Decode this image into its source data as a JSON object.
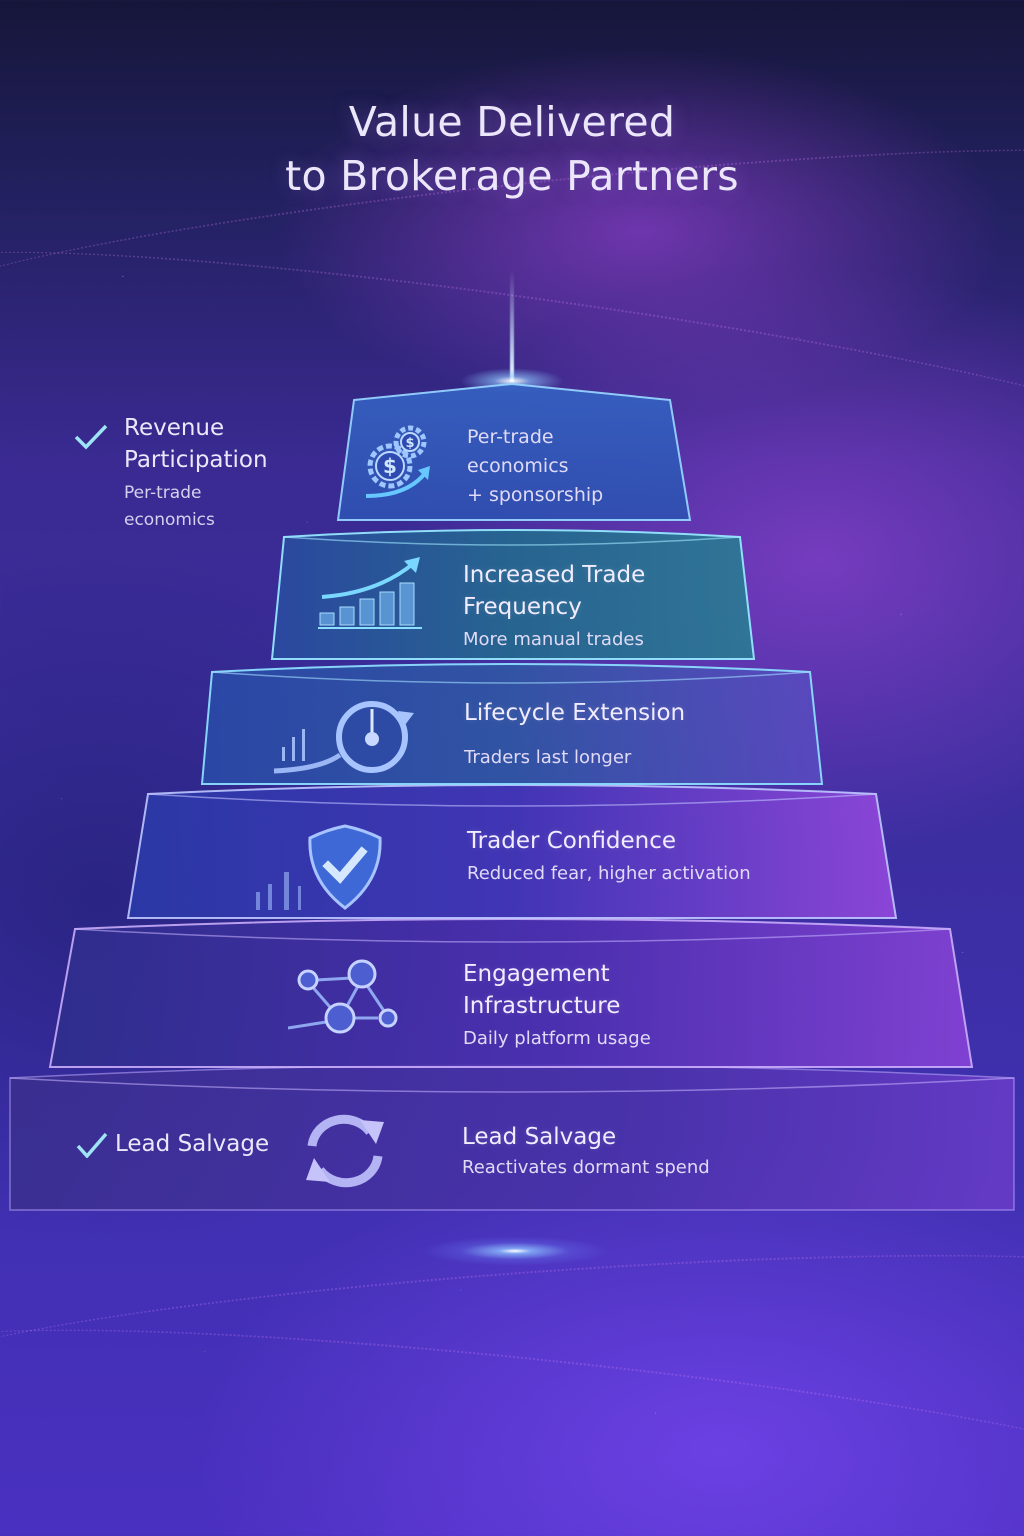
{
  "title": {
    "line1": "Value Delivered",
    "line2": "to Brokerage Partners"
  },
  "colors": {
    "background_top": "#16163a",
    "background_mid": "#3a2a92",
    "background_bottom": "#4a30c0",
    "tier_glow_blue": "#7fd0ff",
    "tier_glow_violet": "#c08aff",
    "teal_tier": "#1f6a86",
    "text": "#ece6fb"
  },
  "side_labels": {
    "revenue": {
      "icon": "check-icon",
      "title_line1": "Revenue",
      "title_line2": "Participation",
      "sub_line1": "Per-trade",
      "sub_line2": "economics"
    },
    "lead": {
      "icon": "check-icon",
      "title": "Lead Salvage"
    }
  },
  "tiers": [
    {
      "level": 1,
      "icon": "gears-dollar-icon",
      "title_lines": [],
      "sub_line1": "Per-trade",
      "sub_line2": "economics",
      "sub_line3": "+ sponsorship"
    },
    {
      "level": 2,
      "icon": "bar-chart-arrow-icon",
      "title_line1": "Increased Trade",
      "title_line2": "Frequency",
      "sub": "More manual trades"
    },
    {
      "level": 3,
      "icon": "clock-cycle-icon",
      "title": "Lifecycle Extension",
      "sub": "Traders last longer"
    },
    {
      "level": 4,
      "icon": "shield-check-icon",
      "title": "Trader Confidence",
      "sub": "Reduced fear, higher activation"
    },
    {
      "level": 5,
      "icon": "network-nodes-icon",
      "title_line1": "Engagement",
      "title_line2": "Infrastructure",
      "sub": "Daily platform usage"
    },
    {
      "level": 6,
      "icon": "refresh-arrows-icon",
      "title": "Lead Salvage",
      "sub": "Reactivates dormant spend"
    }
  ]
}
